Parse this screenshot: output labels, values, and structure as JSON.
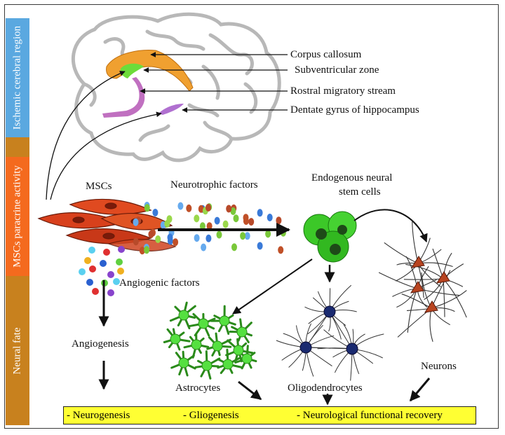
{
  "side_labels": {
    "top": "Ischemic cerebral region",
    "middle": "MSCs paracrine activity",
    "bottom": "Neural fate"
  },
  "brain_regions": {
    "corpus_callosum": "Corpus callosum",
    "subventricular_zone": "Subventricular zone",
    "rostral_migratory_stream": "Rostral migratory stream",
    "dentate_gyrus": "Dentate gyrus of hippocampus"
  },
  "labels": {
    "mscs": "MSCs",
    "neurotrophic_factors": "Neurotrophic factors",
    "endogenous_line1": "Endogenous neural",
    "endogenous_line2": "stem cells",
    "angiogenic_factors": "Angiogenic factors",
    "angiogenesis": "Angiogenesis",
    "astrocytes": "Astrocytes",
    "oligodendrocytes": "Oligodendrocytes",
    "neurons": "Neurons"
  },
  "outcomes": {
    "neurogenesis": "- Neurogenesis",
    "gliogenesis": "- Gliogenesis",
    "recovery": "- Neurological functional recovery"
  },
  "colors": {
    "side_top": "#5aa8e0",
    "side_middle": "#f46a1e",
    "side_bottom": "#c8811e",
    "corpus_callosum": "#f0a030",
    "svz": "#6ddc3a",
    "rms": "#c070c0",
    "stem_cell": "#3cc828",
    "astrocyte": "#55e040",
    "oligodendrocyte": "#1a2a70",
    "neuron": "#b84420",
    "outcome_bar": "#ffff33"
  }
}
